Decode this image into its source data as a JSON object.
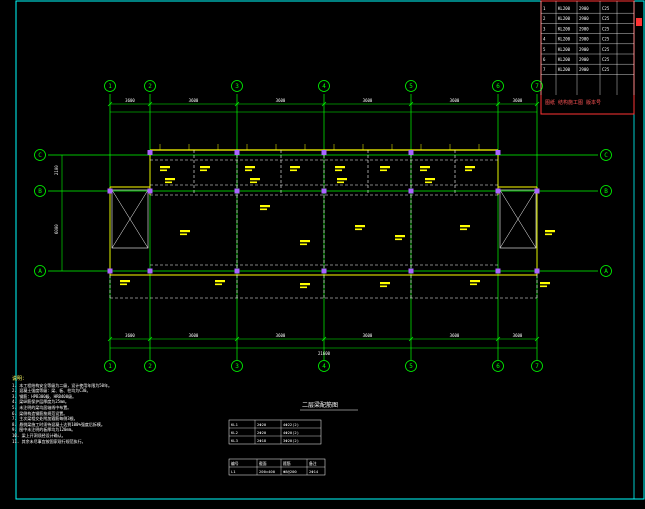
{
  "grid_columns": [
    "1",
    "2",
    "3",
    "4",
    "5",
    "6",
    "7"
  ],
  "grid_rows": [
    "C",
    "B",
    "A"
  ],
  "dim_top": [
    "3600",
    "3600",
    "3600",
    "3600",
    "3600",
    "3600"
  ],
  "overall_dim": "21600",
  "side_dims": [
    "2100",
    "6000"
  ],
  "plan_title": "二层梁配筋图",
  "stamp_text": "图纸 结构施工图 版本号",
  "notes_title": "说明：",
  "notes": [
    "1. 本工程结构安全等级为二级，设计使用年限为50年。",
    "2. 混凝土强度等级：梁、板、柱均为C30。",
    "3. 钢筋：HPB300级、HRB400级。",
    "4. 梁纵筋保护层厚度为25mm。",
    "5. 未注明的梁均居轴线中布置。",
    "6. 梁侧构造钢筋按规范设置。",
    "7. 主次梁相交处附加箍筋每侧3根。",
    "8. 悬挑梁施工时须待混凝土达到100%强度后拆模。",
    "9. 图中未注明的板厚均为120mm。",
    "10. 梁上开洞须经设计确认。",
    "11. 其余未尽事宜按国家现行规范执行。"
  ],
  "titleblock_rows": [
    [
      "1",
      "KL200",
      "2900",
      "C25"
    ],
    [
      "2",
      "KL200",
      "2900",
      "C25"
    ],
    [
      "3",
      "KL200",
      "2900",
      "C25"
    ],
    [
      "4",
      "KL200",
      "2900",
      "C25"
    ],
    [
      "5",
      "KL200",
      "2900",
      "C25"
    ],
    [
      "6",
      "KL200",
      "2900",
      "C25"
    ],
    [
      "7",
      "KL200",
      "2900",
      "C25"
    ]
  ],
  "table_a": [
    [
      "KL1",
      "2Φ20",
      "4Φ22(2)"
    ],
    [
      "KL2",
      "2Φ20",
      "4Φ20(2)"
    ],
    [
      "KL3",
      "2Φ18",
      "3Φ20(2)"
    ]
  ],
  "table_b_headers": [
    "编号",
    "截面",
    "箍筋",
    "备注"
  ],
  "table_b": [
    [
      "L1",
      "200×400",
      "Φ8@200",
      "2Φ14"
    ]
  ],
  "colors": {
    "background": "#000000",
    "grid": "#00ff00",
    "beam": "#ffff00",
    "dashed_beam": "#ffffff",
    "column": "#aa66ff",
    "border": "#00ffff",
    "accent": "#ff3333"
  }
}
